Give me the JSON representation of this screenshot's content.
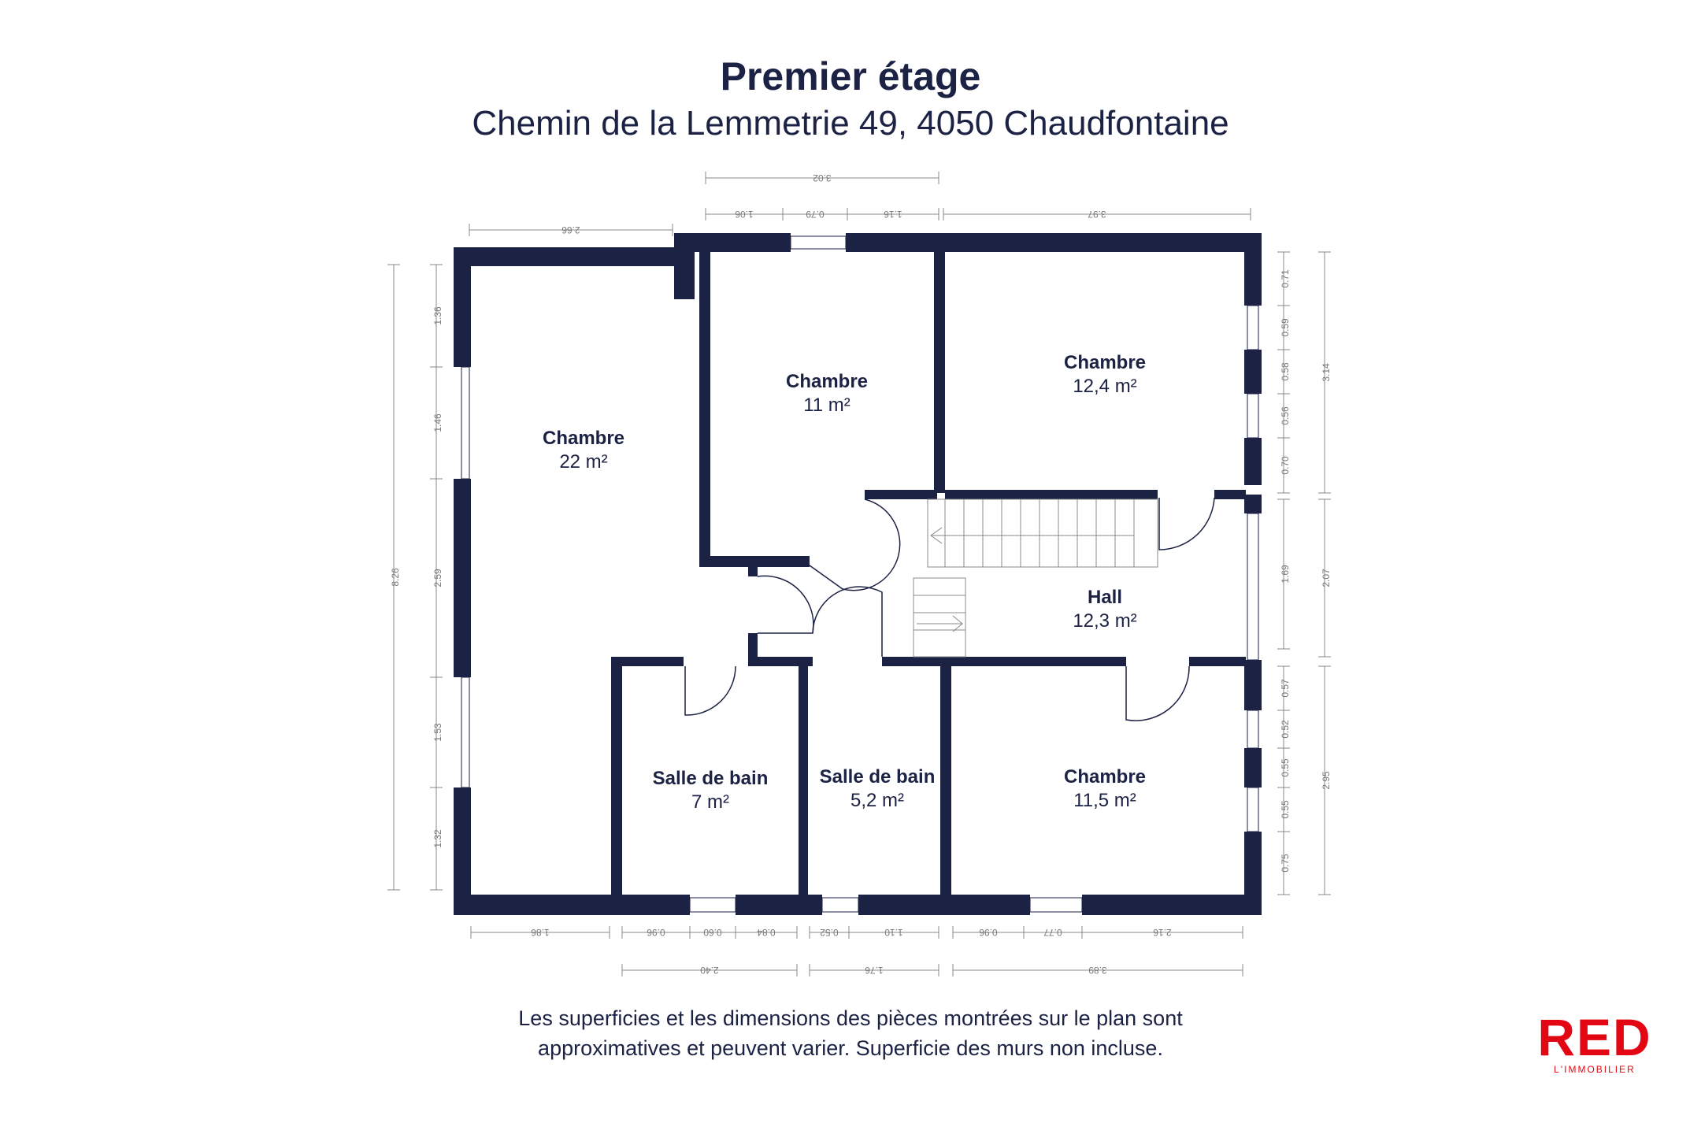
{
  "header": {
    "title": "Premier étage",
    "address": "Chemin de la Lemmetrie 49, 4050 Chaudfontaine"
  },
  "rooms": [
    {
      "name": "Chambre",
      "area": "22 m²"
    },
    {
      "name": "Chambre",
      "area": "11 m²"
    },
    {
      "name": "Chambre",
      "area": "12,4 m²"
    },
    {
      "name": "Hall",
      "area": "12,3 m²"
    },
    {
      "name": "Salle de bain",
      "area": "7 m²"
    },
    {
      "name": "Salle de bain",
      "area": "5,2 m²"
    },
    {
      "name": "Chambre",
      "area": "11,5 m²"
    }
  ],
  "dimensions": {
    "top": [
      "3.02",
      "1.06",
      "0.79",
      "1.16",
      "2.66",
      "3.97"
    ],
    "left": [
      "8.26",
      "1.36",
      "1.46",
      "2.59",
      "1.53",
      "1.32"
    ],
    "right": [
      "0.71",
      "0.59",
      "0.58",
      "0.56",
      "0.70",
      "3.14",
      "1.69",
      "2.07",
      "0.57",
      "0.52",
      "0.55",
      "0.55",
      "0.75",
      "2.95"
    ],
    "bottom": [
      "1.86",
      "0.96",
      "0.60",
      "0.84",
      "0.52",
      "1.10",
      "0.96",
      "0.77",
      "2.16",
      "2.40",
      "1.76",
      "3.89"
    ]
  },
  "disclaimer": {
    "line1": "Les superficies et les dimensions des pièces montrées sur le plan sont",
    "line2": "approximatives et peuvent varier. Superficie des murs non incluse."
  },
  "logo": {
    "text": "RED",
    "tagline": "L'IMMOBILIER",
    "color": "#e30613"
  },
  "colors": {
    "wall": "#1b2244",
    "dimension": "#888888"
  }
}
